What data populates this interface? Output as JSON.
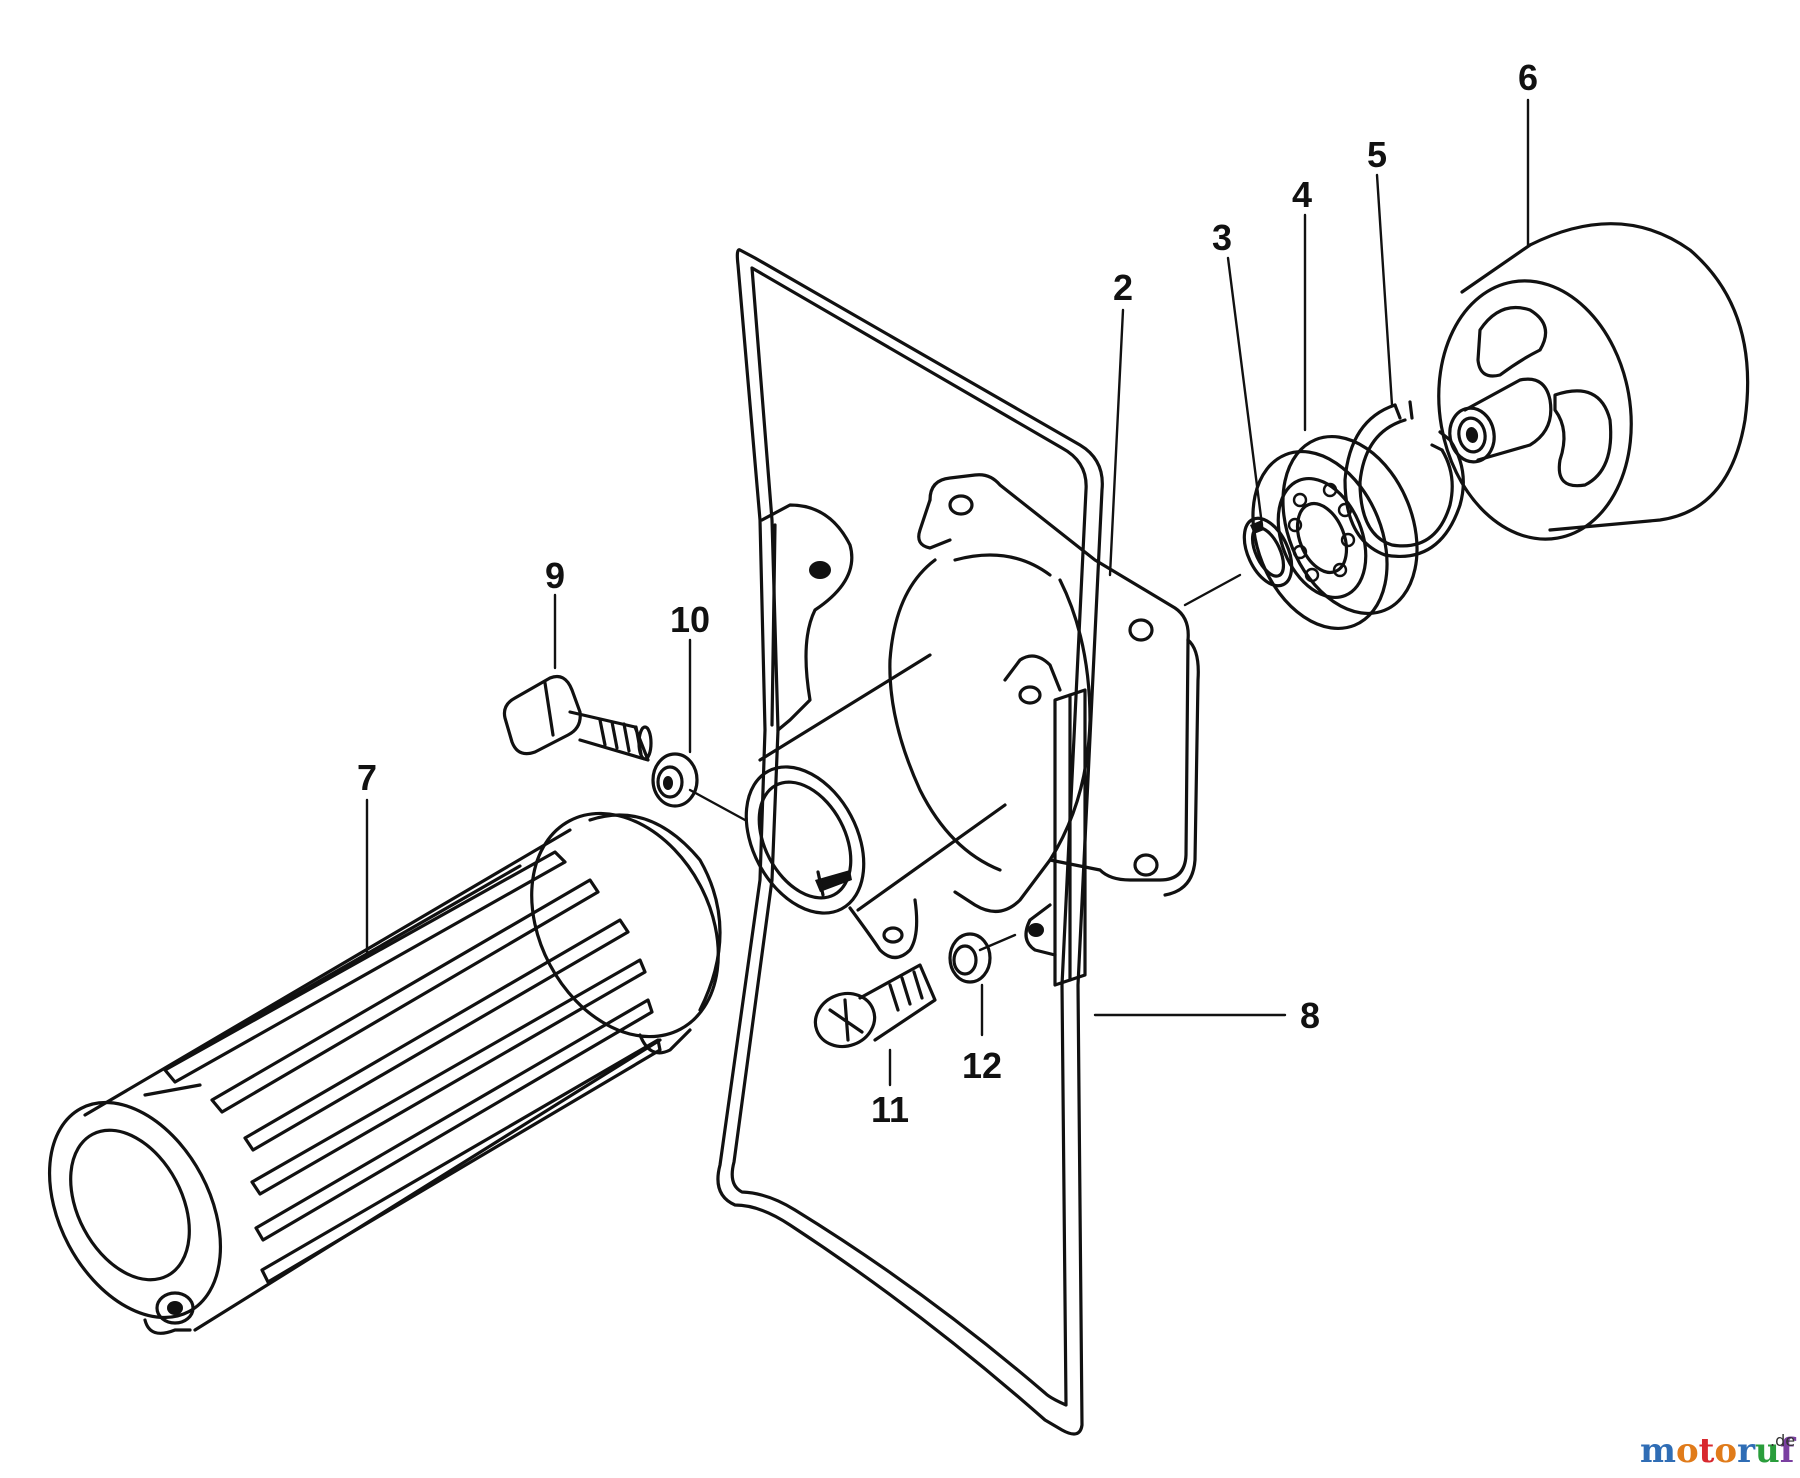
{
  "diagram": {
    "type": "exploded-parts-diagram",
    "callouts": [
      {
        "id": "callout-2",
        "label": "2"
      },
      {
        "id": "callout-3",
        "label": "3"
      },
      {
        "id": "callout-4",
        "label": "4"
      },
      {
        "id": "callout-5",
        "label": "5"
      },
      {
        "id": "callout-6",
        "label": "6"
      },
      {
        "id": "callout-7",
        "label": "7"
      },
      {
        "id": "callout-8",
        "label": "8"
      },
      {
        "id": "callout-9",
        "label": "9"
      },
      {
        "id": "callout-10",
        "label": "10"
      },
      {
        "id": "callout-11",
        "label": "11"
      },
      {
        "id": "callout-12",
        "label": "12"
      }
    ],
    "line_color": "#111111",
    "background": "#ffffff"
  },
  "watermark": {
    "brand": "motoruf",
    "tld": ".de",
    "letter_colors": [
      "#2f6db5",
      "#e07b1a",
      "#d8292f",
      "#e07b1a",
      "#2f6db5",
      "#2a9d3c",
      "#7a3fa0"
    ]
  }
}
